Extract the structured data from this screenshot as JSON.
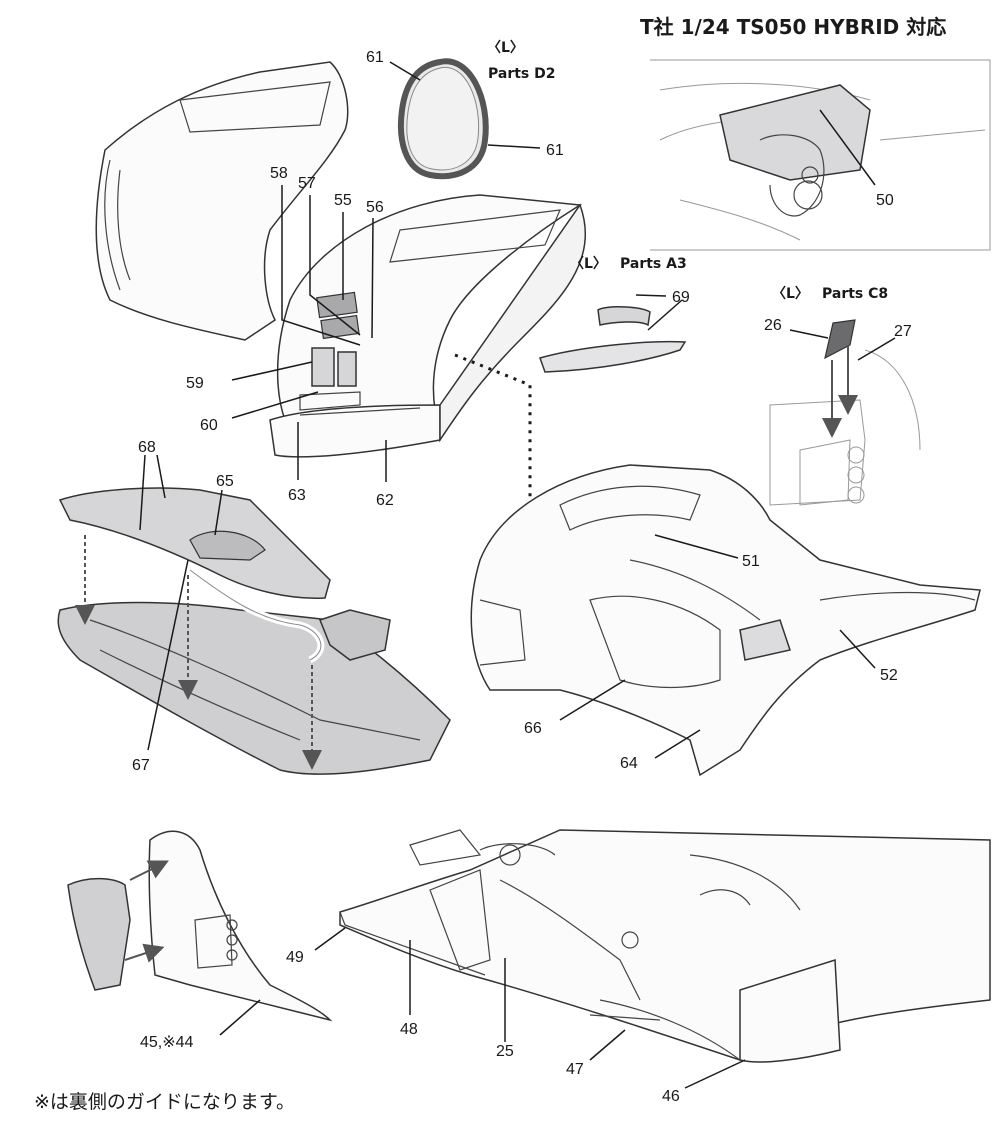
{
  "title": "T社 1/24 TS050 HYBRID 対応",
  "footnote": "※は裏側のガイドになります。",
  "parts_tags": {
    "d2": {
      "mark": "〈L〉",
      "text": "Parts D2"
    },
    "a3": {
      "mark": "〈L〉",
      "text": "Parts A3"
    },
    "c8": {
      "mark": "〈L〉",
      "text": "Parts C8"
    }
  },
  "labels": {
    "p61a": "61",
    "p61b": "61",
    "p50": "50",
    "p58": "58",
    "p57": "57",
    "p55": "55",
    "p56": "56",
    "p69": "69",
    "p26": "26",
    "p27": "27",
    "p59": "59",
    "p60": "60",
    "p63": "63",
    "p62": "62",
    "p68": "68",
    "p65": "65",
    "p67": "67",
    "p51": "51",
    "p52": "52",
    "p66": "66",
    "p64": "64",
    "p49": "49",
    "p48": "48",
    "p25": "25",
    "p47": "47",
    "p46": "46",
    "p45": "45,※44"
  },
  "colors": {
    "line": "#333333",
    "fill_part": "#d6d6d8",
    "fill_dark": "#a9a9ac"
  }
}
